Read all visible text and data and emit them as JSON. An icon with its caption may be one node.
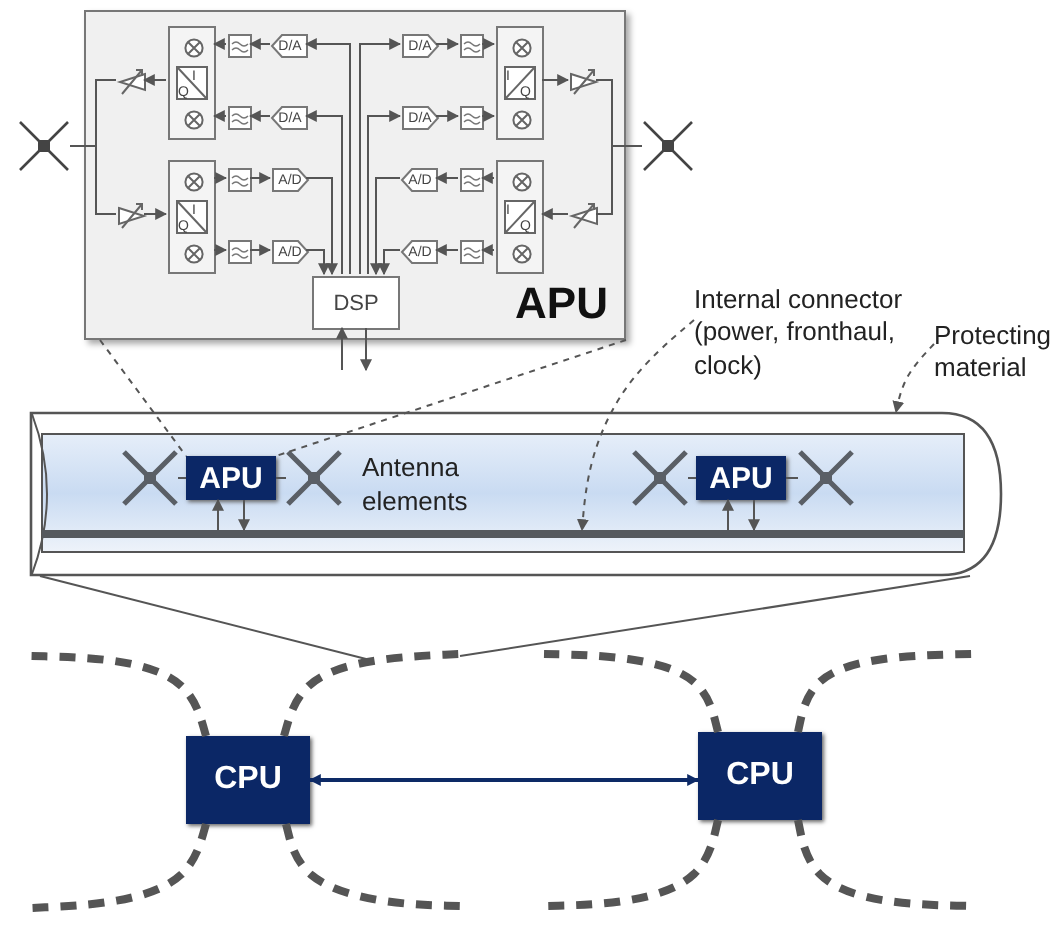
{
  "diagram": {
    "nodes": [
      {
        "text": [
          "APU"
        ]
      },
      {
        "text": [
          "DSP"
        ],
        "in": 0
      },
      {
        "text": [
          "I",
          "Q"
        ],
        "in": 0
      },
      {
        "text": [
          "I",
          "Q"
        ],
        "in": 0
      },
      {
        "text": [
          "I",
          "Q"
        ],
        "in": 0
      },
      {
        "text": [
          "I",
          "Q"
        ],
        "in": 0
      },
      {
        "text": [
          "D/A"
        ],
        "in": 0
      },
      {
        "text": [
          "D/A"
        ],
        "in": 0
      },
      {
        "text": [
          "A/D"
        ],
        "in": 0
      },
      {
        "text": [
          "A/D"
        ],
        "in": 0
      },
      {
        "text": [
          "D/A"
        ],
        "in": 0
      },
      {
        "text": [
          "D/A"
        ],
        "in": 0
      },
      {
        "text": [
          "A/D"
        ],
        "in": 0
      },
      {
        "text": [
          "A/D"
        ],
        "in": 0
      },
      {
        "text": [],
        "shape": "box",
        "in": 0
      },
      {
        "text": [],
        "shape": "box",
        "in": 0
      },
      {
        "text": [],
        "shape": "box",
        "in": 0
      },
      {
        "text": [],
        "shape": "box",
        "in": 0
      },
      {
        "text": [],
        "shape": "box",
        "in": 0
      },
      {
        "text": [],
        "shape": "box",
        "in": 0
      },
      {
        "text": [],
        "shape": "box",
        "in": 0
      },
      {
        "text": [],
        "shape": "box",
        "in": 0
      },
      {
        "text": [],
        "shape": "triangle",
        "in": 0
      },
      {
        "text": [],
        "shape": "triangle",
        "in": 0
      },
      {
        "text": [],
        "shape": "triangle",
        "in": 0
      },
      {
        "text": [],
        "shape": "triangle",
        "in": 0
      },
      {
        "text": [],
        "shape": "cross"
      },
      {
        "text": [],
        "shape": "cross"
      },
      {
        "text": [],
        "shape": "cylinder"
      },
      {
        "text": [],
        "shape": "bar",
        "in": 28
      },
      {
        "text": [],
        "shape": "cross",
        "in": 28
      },
      {
        "text": [
          "APU"
        ],
        "in": 28
      },
      {
        "text": [],
        "shape": "cross",
        "in": 28
      },
      {
        "text": [],
        "shape": "cross",
        "in": 28
      },
      {
        "text": [
          "APU"
        ],
        "in": 28
      },
      {
        "text": [],
        "shape": "cross",
        "in": 28
      },
      {
        "text": [
          "Internal connector (power, fronthaul, clock)"
        ]
      },
      {
        "text": [
          "Protecting material"
        ]
      },
      {
        "text": [
          "CPU"
        ]
      },
      {
        "text": [
          "CPU"
        ]
      }
    ],
    "edges": [
      {
        "from": 1,
        "to": 6,
        "arrow": "to"
      },
      {
        "from": 1,
        "to": 7,
        "arrow": "to"
      },
      {
        "from": 8,
        "to": 1,
        "arrow": "to"
      },
      {
        "from": 9,
        "to": 1,
        "arrow": "to"
      },
      {
        "from": 1,
        "to": 10,
        "arrow": "to"
      },
      {
        "from": 1,
        "to": 11,
        "arrow": "to"
      },
      {
        "from": 12,
        "to": 1,
        "arrow": "to"
      },
      {
        "from": 13,
        "to": 1,
        "arrow": "to"
      },
      {
        "from": 6,
        "to": 14,
        "arrow": "to"
      },
      {
        "from": 7,
        "to": 15,
        "arrow": "to"
      },
      {
        "from": 16,
        "to": 8,
        "arrow": "to"
      },
      {
        "from": 17,
        "to": 9,
        "arrow": "to"
      },
      {
        "from": 10,
        "to": 18,
        "arrow": "to"
      },
      {
        "from": 11,
        "to": 19,
        "arrow": "to"
      },
      {
        "from": 20,
        "to": 12,
        "arrow": "to"
      },
      {
        "from": 21,
        "to": 13,
        "arrow": "to"
      },
      {
        "from": 14,
        "to": 2,
        "arrow": "to"
      },
      {
        "from": 15,
        "to": 2,
        "arrow": "to"
      },
      {
        "from": 3,
        "to": 16,
        "arrow": "to"
      },
      {
        "from": 3,
        "to": 17,
        "arrow": "to"
      },
      {
        "from": 18,
        "to": 4,
        "arrow": "to"
      },
      {
        "from": 19,
        "to": 4,
        "arrow": "to"
      },
      {
        "from": 5,
        "to": 20,
        "arrow": "to"
      },
      {
        "from": 5,
        "to": 21,
        "arrow": "to"
      },
      {
        "from": 2,
        "to": 22,
        "arrow": "to"
      },
      {
        "from": 23,
        "to": 3,
        "arrow": "to"
      },
      {
        "from": 4,
        "to": 24,
        "arrow": "to"
      },
      {
        "from": 25,
        "to": 5,
        "arrow": "to"
      },
      {
        "from": 22,
        "to": 26,
        "arrow": "none"
      },
      {
        "from": 26,
        "to": 23,
        "arrow": "none"
      },
      {
        "from": 24,
        "to": 27,
        "arrow": "none"
      },
      {
        "from": 27,
        "to": 25,
        "arrow": "none"
      },
      {
        "from": null,
        "to": 1,
        "arrow": "to"
      },
      {
        "from": 1,
        "to": null,
        "arrow": "to"
      },
      {
        "from": 0,
        "to": 31,
        "arrow": "none",
        "style": "dashed"
      },
      {
        "from": 0,
        "to": 31,
        "arrow": "none",
        "style": "dashed"
      },
      {
        "from": 30,
        "to": 31,
        "arrow": "none"
      },
      {
        "from": 31,
        "to": 32,
        "arrow": "none"
      },
      {
        "from": 33,
        "to": 34,
        "arrow": "none"
      },
      {
        "from": 34,
        "to": 35,
        "arrow": "none"
      },
      {
        "from": 29,
        "to": 31,
        "arrow": "to"
      },
      {
        "from": 31,
        "to": 29,
        "arrow": "to"
      },
      {
        "from": 29,
        "to": 34,
        "arrow": "to"
      },
      {
        "from": 34,
        "to": 29,
        "arrow": "to"
      },
      {
        "from": 36,
        "to": 29,
        "arrow": "to",
        "style": "dashed"
      },
      {
        "from": 37,
        "to": 28,
        "arrow": "to",
        "style": "dashed"
      },
      {
        "from": 28,
        "to": null,
        "arrow": "none"
      },
      {
        "from": 28,
        "to": null,
        "arrow": "none"
      },
      {
        "from": 38,
        "to": null,
        "arrow": "none",
        "style": "dashed"
      },
      {
        "from": 38,
        "to": null,
        "arrow": "none",
        "style": "dashed"
      },
      {
        "from": 38,
        "to": null,
        "arrow": "none",
        "style": "dashed"
      },
      {
        "from": 38,
        "to": null,
        "arrow": "none",
        "style": "dashed"
      },
      {
        "from": 39,
        "to": null,
        "arrow": "none",
        "style": "dashed"
      },
      {
        "from": 39,
        "to": null,
        "arrow": "none",
        "style": "dashed"
      },
      {
        "from": 39,
        "to": null,
        "arrow": "none",
        "style": "dashed"
      },
      {
        "from": 39,
        "to": null,
        "arrow": "none",
        "style": "dashed"
      },
      {
        "from": 38,
        "to": 39,
        "arrow": "both",
        "color": "#0d2a66"
      }
    ],
    "labels": [
      "Antenna elements"
    ]
  }
}
